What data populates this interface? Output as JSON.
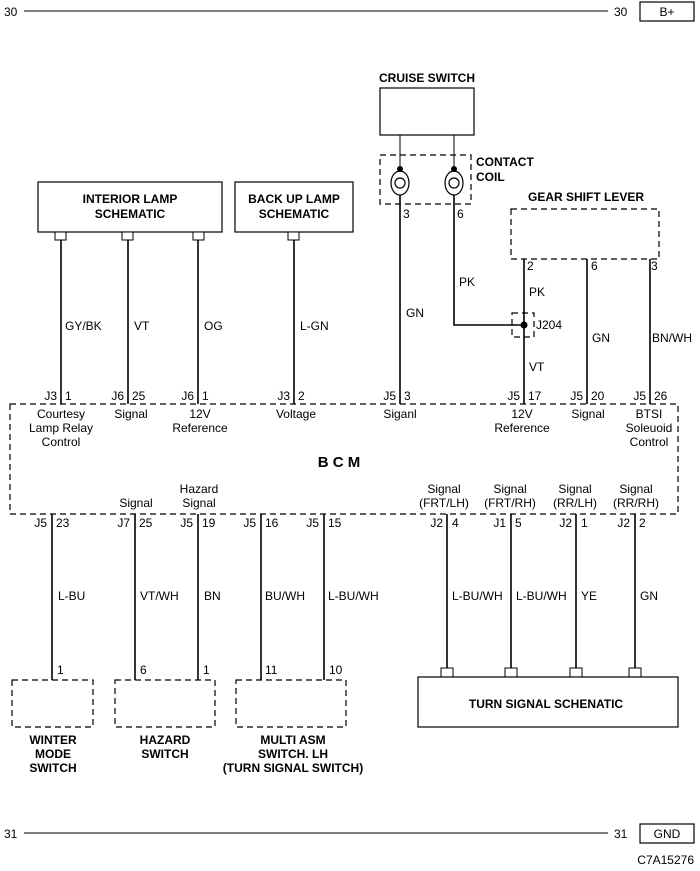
{
  "rails": {
    "top": {
      "num_left": "30",
      "num_right": "30",
      "label": "B+"
    },
    "bottom": {
      "num_left": "31",
      "num_right": "31",
      "label": "GND"
    }
  },
  "components": {
    "cruise_switch": "CRUISE SWITCH",
    "contact_coil_line1": "CONTACT",
    "contact_coil_line2": "COIL",
    "contact_pin_left": "3",
    "contact_pin_right": "6",
    "gear_shift_lever": "GEAR SHIFT LEVER",
    "gear_pins": [
      "2",
      "6",
      "3"
    ],
    "interior_lamp_line1": "INTERIOR LAMP",
    "interior_lamp_line2": "SCHEMATIC",
    "backup_lamp_line1": "BACK UP LAMP",
    "backup_lamp_line2": "SCHEMATIC",
    "splice": "J204",
    "bcm": "B C M",
    "turn_signal_schematic": "TURN SIGNAL SCHENATIC",
    "winter_mode": [
      "WINTER",
      "MODE",
      "SWITCH"
    ],
    "hazard_switch": [
      "HAZARD",
      "SWITCH"
    ],
    "multi_asm": [
      "MULTI ASM",
      "SWITCH. LH",
      "(TURN SIGNAL SWITCH)"
    ],
    "figure_code": "C7A15276"
  },
  "wire_colors": {
    "gy_bk": "GY/BK",
    "vt_interior": "VT",
    "og": "OG",
    "l_gn": "L-GN",
    "gn_cruise": "GN",
    "pk_coil": "PK",
    "pk_gear": "PK",
    "vt_splice": "VT",
    "gn_gear": "GN",
    "bn_wh": "BN/WH",
    "l_bu": "L-BU",
    "vt_wh": "VT/WH",
    "bn": "BN",
    "bu_wh": "BU/WH",
    "l_bu_wh_multi": "L-BU/WH",
    "l_bu_wh_ts1": "L-BU/WH",
    "l_bu_wh_ts2": "L-BU/WH",
    "ye": "YE",
    "gn_ts": "GN"
  },
  "bcm_top_pins": [
    {
      "conn": "J3",
      "pin": "1",
      "label": [
        "Courtesy",
        "Lamp Relay",
        "Control"
      ]
    },
    {
      "conn": "J6",
      "pin": "25",
      "label": [
        "Signal"
      ]
    },
    {
      "conn": "J6",
      "pin": "1",
      "label": [
        "12V",
        "Reference"
      ]
    },
    {
      "conn": "J3",
      "pin": "2",
      "label": [
        "Voltage"
      ]
    },
    {
      "conn": "J5",
      "pin": "3",
      "label": [
        "Siganl"
      ]
    },
    {
      "conn": "J5",
      "pin": "17",
      "label": [
        "12V",
        "Reference"
      ]
    },
    {
      "conn": "J5",
      "pin": "20",
      "label": [
        "Signal"
      ]
    },
    {
      "conn": "J5",
      "pin": "26",
      "label": [
        "BTSI",
        "Soleuoid",
        "Control"
      ]
    }
  ],
  "bcm_bottom_pins": [
    {
      "conn": "J5",
      "pin": "23",
      "label": []
    },
    {
      "conn": "J7",
      "pin": "25",
      "label": [
        "Signal"
      ]
    },
    {
      "conn": "J5",
      "pin": "19",
      "label": [
        "Hazard",
        "Signal"
      ]
    },
    {
      "conn": "J5",
      "pin": "16",
      "label": []
    },
    {
      "conn": "J5",
      "pin": "15",
      "label": []
    },
    {
      "conn": "J2",
      "pin": "4",
      "label": [
        "Signal",
        "(FRT/LH)"
      ]
    },
    {
      "conn": "J1",
      "pin": "5",
      "label": [
        "Signal",
        "(FRT/RH)"
      ]
    },
    {
      "conn": "J2",
      "pin": "1",
      "label": [
        "Signal",
        "(RR/LH)"
      ]
    },
    {
      "conn": "J2",
      "pin": "2",
      "label": [
        "Signal",
        "(RR/RH)"
      ]
    }
  ],
  "lower_pins": {
    "winter": "1",
    "hazard_a": "6",
    "hazard_b": "1",
    "multi_a": "11",
    "multi_b": "10"
  }
}
